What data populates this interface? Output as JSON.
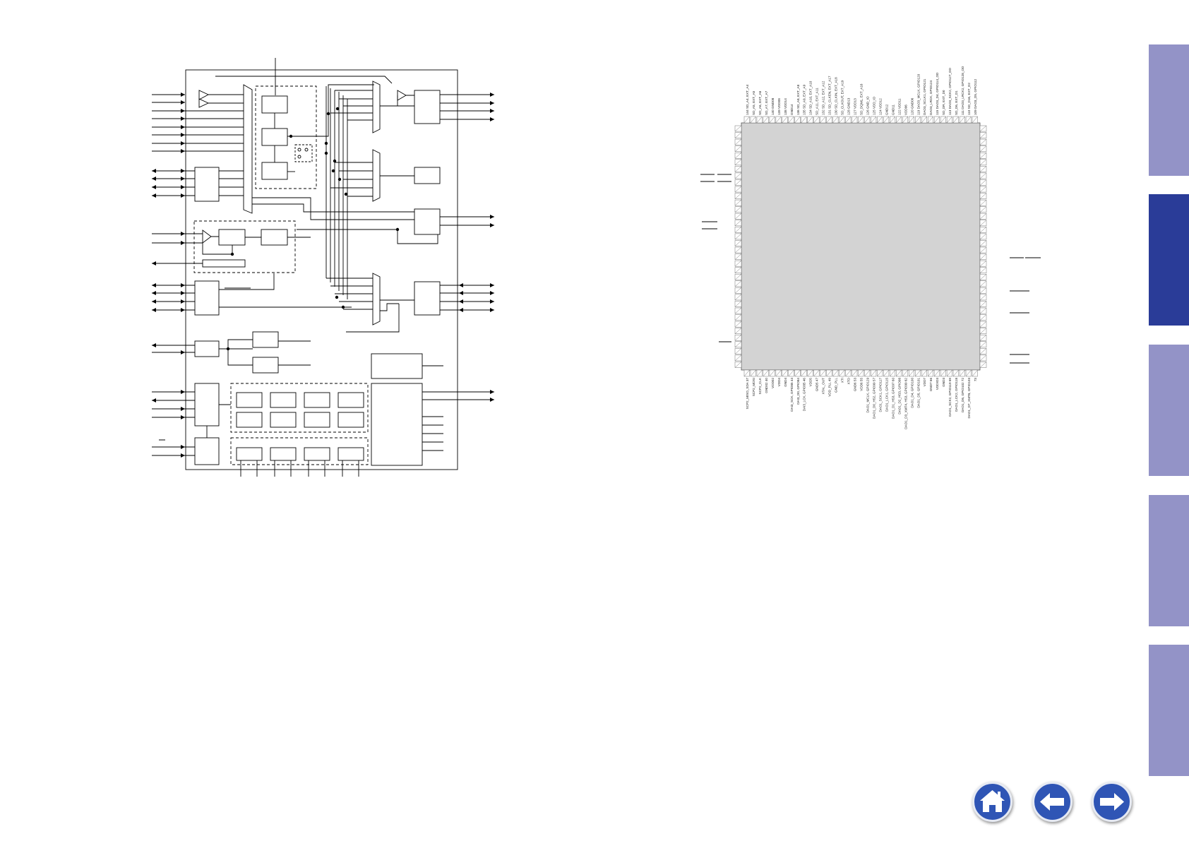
{
  "colors": {
    "tab_inactive": "#9393c7",
    "tab_active": "#2a3c98",
    "nav_button": "#2f55b5",
    "chip_body": "#d3d3d3"
  },
  "side_tabs": [
    {
      "state": "inactive"
    },
    {
      "state": "active"
    },
    {
      "state": "inactive"
    },
    {
      "state": "inactive"
    },
    {
      "state": "inactive"
    }
  ],
  "nav": [
    {
      "icon": "home-icon"
    },
    {
      "icon": "arrow-left-icon"
    },
    {
      "icon": "arrow-right-icon"
    }
  ],
  "pin_diagram": {
    "top_pins": [
      {
        "num": "144",
        "name": "SD_A4, EXT_A4"
      },
      {
        "num": "",
        "name": "SD_A5, EXT_A5"
      },
      {
        "num": "",
        "name": "SD_A6, EXT_A6"
      },
      {
        "num": "",
        "name": "SD_A7, EXT_A7"
      },
      {
        "num": "140",
        "name": "GND08"
      },
      {
        "num": "139",
        "name": "VDD08"
      },
      {
        "num": "138",
        "name": "VDD14"
      },
      {
        "num": "",
        "name": "GND14"
      },
      {
        "num": "136",
        "name": "SD_A8, EXT_A8"
      },
      {
        "num": "135",
        "name": "SD_A9, EXT_A9"
      },
      {
        "num": "134",
        "name": "SD_A10, EXT_A10"
      },
      {
        "num": "",
        "name": "SD_A11, EXT_A11"
      },
      {
        "num": "132",
        "name": "SD_A12, EXT_A12"
      },
      {
        "num": "131",
        "name": "SD_CLKEN, EXT_A17"
      },
      {
        "num": "130",
        "name": "SD_CLKIN, EXT_A18"
      },
      {
        "num": "",
        "name": "SD_CLKOUT, EXT_A19"
      },
      {
        "num": "128",
        "name": "GND13"
      },
      {
        "num": "127",
        "name": "VDD13"
      },
      {
        "num": "",
        "name": "SD_DQM1, EXT_A16"
      },
      {
        "num": "126",
        "name": "GND_IO"
      },
      {
        "num": "125",
        "name": "VDD_IO"
      },
      {
        "num": "124",
        "name": "VDD12"
      },
      {
        "num": "",
        "name": "GND12"
      },
      {
        "num": "",
        "name": "GND11"
      },
      {
        "num": "122",
        "name": "VDD11"
      },
      {
        "num": "",
        "name": "VDD06"
      },
      {
        "num": "120",
        "name": "GND06"
      },
      {
        "num": "119",
        "name": "DAO3_MCLK, GPIO120"
      },
      {
        "num": "",
        "name": "DAO3_SCLK1, GPIO121"
      },
      {
        "num": "",
        "name": "DAO3_LRCK, GPIO124"
      },
      {
        "num": "115",
        "name": "DAO3_D4, GPIO114_OD"
      },
      {
        "num": "",
        "name": "SD_DR, EXT_D0"
      },
      {
        "num": "113",
        "name": "DAO3_SCK2, GPIO127_OD"
      },
      {
        "num": "",
        "name": "SD_D6, EXT_D1"
      },
      {
        "num": "111",
        "name": "DAO3_LRCK2, GPIO128_OD"
      },
      {
        "num": "110",
        "name": "SD_D16, EXT_D2"
      },
      {
        "num": "109",
        "name": "DAO3_D5, GPIO112"
      }
    ],
    "bottom_pins": [
      {
        "num": "37",
        "name": "SCP2_MISO_SDA"
      },
      {
        "num": "",
        "name": "SCP2_MOSI"
      },
      {
        "num": "",
        "name": "SCP2_CLK"
      },
      {
        "num": "40",
        "name": "GND02"
      },
      {
        "num": "",
        "name": "VDD02"
      },
      {
        "num": "",
        "name": "VDD4"
      },
      {
        "num": "",
        "name": "GND4"
      },
      {
        "num": "44",
        "name": "DAI3_SCK, GPIO85"
      },
      {
        "num": "",
        "name": "DAI3_D0, GPIO84"
      },
      {
        "num": "46",
        "name": "DAI3_LCK, GPIO85"
      },
      {
        "num": "",
        "name": "VDD5"
      },
      {
        "num": "47",
        "name": "GND5"
      },
      {
        "num": "",
        "name": "XTAL_OUT"
      },
      {
        "num": "49",
        "name": "VDD_PLL"
      },
      {
        "num": "",
        "name": "GND_PLL"
      },
      {
        "num": "",
        "name": "XTI"
      },
      {
        "num": "",
        "name": "XTO"
      },
      {
        "num": "53",
        "name": "GND6"
      },
      {
        "num": "55",
        "name": "VDD6"
      },
      {
        "num": "",
        "name": "DAO1_MCLK, GPIO129"
      },
      {
        "num": "57",
        "name": "DAO1_D0_HS2, GPIO99"
      },
      {
        "num": "",
        "name": "DAO1_SCK1, GPIO117"
      },
      {
        "num": "",
        "name": "DAO1_LCK1, GPIO115"
      },
      {
        "num": "60",
        "name": "DAO1_D1_HS3, GPIO97"
      },
      {
        "num": "",
        "name": "DAO1_D2_HS3, GPIO98"
      },
      {
        "num": "62",
        "name": "DAO1_D3_XMT4, HS3, GPIO99"
      },
      {
        "num": "",
        "name": "DAO1_D4, GPIO100"
      },
      {
        "num": "",
        "name": "DAO1_D5, GPIO101"
      },
      {
        "num": "",
        "name": "VDD7"
      },
      {
        "num": "66",
        "name": "GND7"
      },
      {
        "num": "",
        "name": "VDDIO3"
      },
      {
        "num": "",
        "name": "GND3"
      },
      {
        "num": "69",
        "name": "DAO1_SCK2, GPIO119"
      },
      {
        "num": "",
        "name": "DAO1_LCK2, GPIO118"
      },
      {
        "num": "72",
        "name": "DAO1_D6, GPIO102"
      },
      {
        "num": "",
        "name": "DAO1_D7_XMT8, GPIO103"
      },
      {
        "num": "73",
        "name": ""
      }
    ]
  }
}
